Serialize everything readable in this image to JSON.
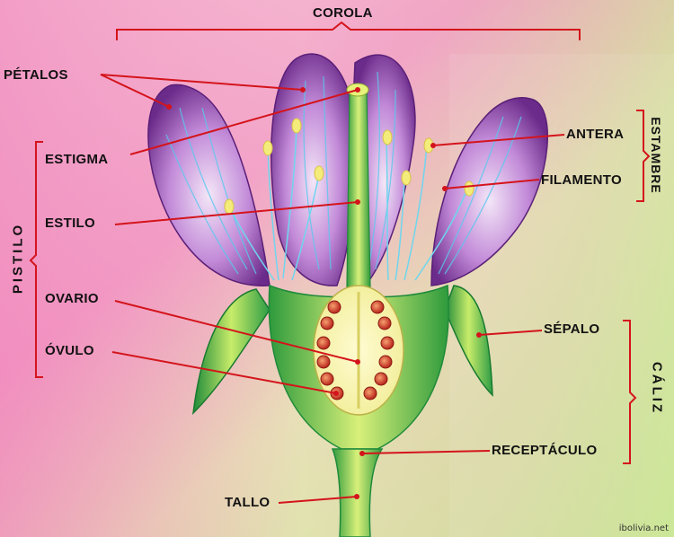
{
  "labels": {
    "corola": "COROLA",
    "petalos": "PÉTALOS",
    "estigma": "ESTIGMA",
    "estilo": "ESTILO",
    "ovario": "OVARIO",
    "ovulo": "ÓVULO",
    "antera": "ANTERA",
    "filamento": "FILAMENTO",
    "sepalo": "SÉPALO",
    "receptaculo": "RECEPTÁCULO",
    "tallo": "TALLO",
    "pistilo": "PISTILO",
    "estambre": "ESTAMBRE",
    "caliz": "CÁLIZ"
  },
  "credit": "ibolivia.net",
  "colors": {
    "leader": "#d4141c",
    "petal": "#8a3fa8",
    "stem": "#4fb84a",
    "ovule": "#c8281e"
  }
}
